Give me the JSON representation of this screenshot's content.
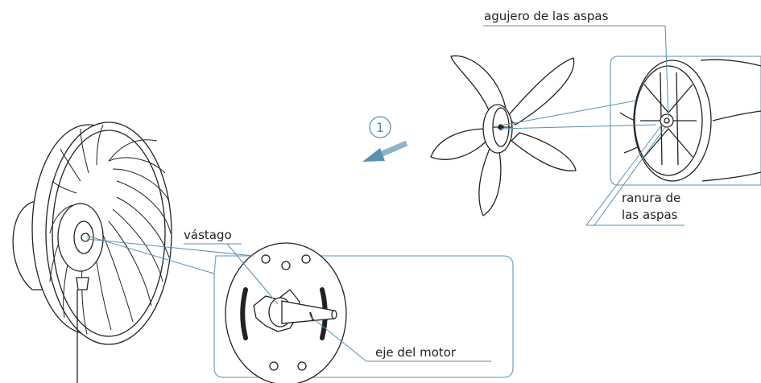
{
  "labels": {
    "blade_hole": "agujero de las aspas",
    "blade_slot_line1": "ranura de",
    "blade_slot_line2": "las aspas",
    "shaft_sleeve": "vástago",
    "motor_shaft": "eje del motor"
  },
  "step": {
    "number": "1",
    "direction": "left-down"
  },
  "colors": {
    "leader": "#5a8fb0",
    "callout_box": "#7fa6c2",
    "arrow": "#5a8fb0",
    "drawing": "#222222"
  }
}
